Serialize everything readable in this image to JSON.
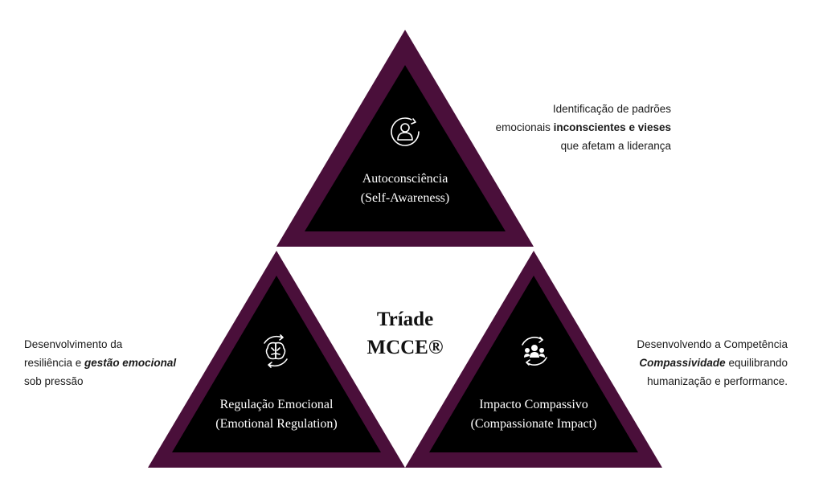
{
  "diagram": {
    "center": {
      "line1": "Tríade",
      "line2": "MCCE®"
    },
    "colors": {
      "border": "#4a0f3a",
      "fill": "#000000",
      "text": "#ffffff"
    },
    "triangles": [
      {
        "id": "top",
        "icon": "person-cycle-icon",
        "title_line1": "Autoconsciência",
        "title_line2": "(Self-Awareness)"
      },
      {
        "id": "left",
        "icon": "brain-cycle-icon",
        "title_line1": "Regulação Emocional",
        "title_line2": "(Emotional Regulation)"
      },
      {
        "id": "right",
        "icon": "people-cycle-icon",
        "title_line1": "Impacto Compassivo",
        "title_line2": "(Compassionate Impact)"
      }
    ]
  },
  "descriptions": {
    "top": {
      "line1": "Identificação de padrões",
      "line2_pre": "emocionais ",
      "line2_bold": "inconscientes e vieses",
      "line3": "que afetam a liderança"
    },
    "left": {
      "line1": "Desenvolvimento da",
      "line2_pre": "resiliência e ",
      "line2_emph": "gestão emocional",
      "line3": "sob pressão"
    },
    "right": {
      "line1": "Desenvolvendo a Competência",
      "line2_emph": "Compassividade",
      "line2_post": " equilibrando",
      "line3": "humanização e performance."
    }
  }
}
